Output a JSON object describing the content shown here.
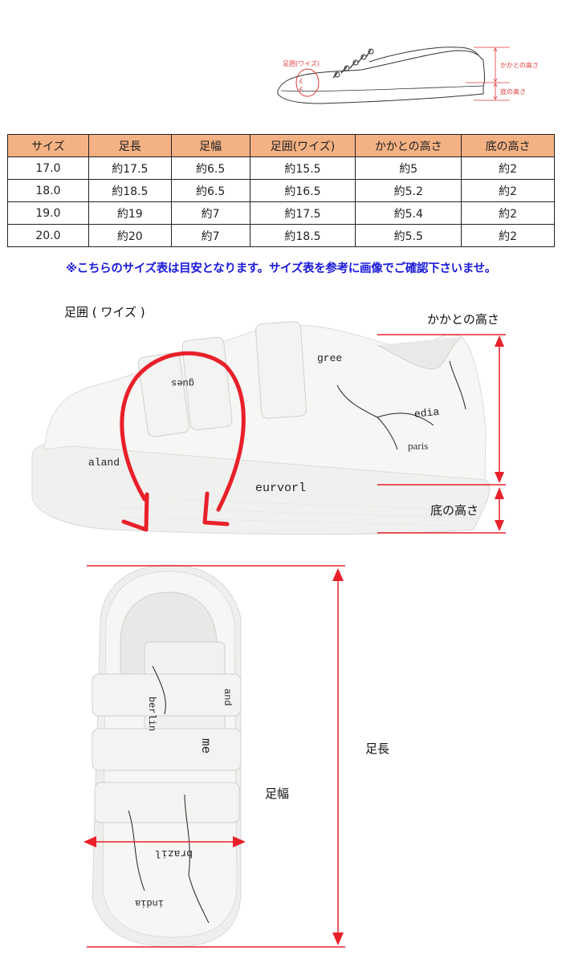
{
  "diagram": {
    "labels": {
      "circumference": "足囲(ワイズ)",
      "heel_height": "かかとの高さ",
      "sole_height": "底の高さ"
    }
  },
  "size_table": {
    "headers": [
      "サイズ",
      "足長",
      "足幅",
      "足囲(ワイズ)",
      "かかとの高さ",
      "底の高さ"
    ],
    "rows": [
      [
        "17.0",
        "約17.5",
        "約6.5",
        "約15.5",
        "約5",
        "約2"
      ],
      [
        "18.0",
        "約18.5",
        "約6.5",
        "約16.5",
        "約5.2",
        "約2"
      ],
      [
        "19.0",
        "約19",
        "約7",
        "約17.5",
        "約5.4",
        "約2"
      ],
      [
        "20.0",
        "約20",
        "約7",
        "約18.5",
        "約5.5",
        "約2"
      ]
    ],
    "header_color": "#f4b183"
  },
  "notice": "※こちらのサイズ表は目安となります。サイズ表を参考に画像でご確認下さいませ。",
  "side_photo": {
    "labels": {
      "circumference": "足囲 ( ワイズ )",
      "heel_height": "かかとの高さ",
      "sole_height": "底の高さ"
    },
    "print_text": [
      "gree",
      "gues",
      "aland",
      "eurvorl",
      "edia",
      "paris"
    ]
  },
  "top_photo": {
    "labels": {
      "length": "足長",
      "width": "足幅"
    },
    "print_text": [
      "berlin",
      "and",
      "me",
      "brazil",
      "india"
    ]
  },
  "colors": {
    "measure_red": "#e8202a",
    "notice_blue": "#1a1adb"
  }
}
